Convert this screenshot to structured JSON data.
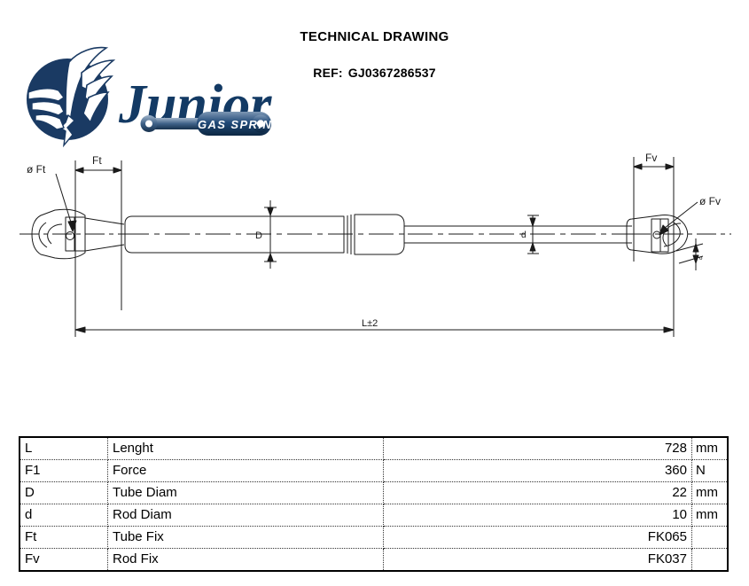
{
  "header": {
    "title": "TECHNICAL DRAWING",
    "ref_label": "REF:",
    "ref_value": "GJ0367286537"
  },
  "logo": {
    "brand": "Junior",
    "tagline": "GAS SPRING",
    "emblem_color": "#1a3a63",
    "brand_color": "#133a64"
  },
  "drawing": {
    "labels": {
      "tube_fix_dim": "Ft",
      "tube_fix_diam": "ø Ft",
      "rod_fix_dim": "Fv",
      "rod_fix_diam": "ø Fv",
      "tube_diam": "D",
      "rod_diam": "d",
      "length": "L±2",
      "angle": "º"
    },
    "line_color": "#000000"
  },
  "table": {
    "rows": [
      {
        "code": "L",
        "desc": "Lenght",
        "value": "728",
        "unit": "mm"
      },
      {
        "code": "F1",
        "desc": "Force",
        "value": "360",
        "unit": "N"
      },
      {
        "code": "D",
        "desc": "Tube Diam",
        "value": "22",
        "unit": "mm"
      },
      {
        "code": "d",
        "desc": "Rod Diam",
        "value": "10",
        "unit": "mm"
      },
      {
        "code": "Ft",
        "desc": "Tube Fix",
        "value": "FK065",
        "unit": ""
      },
      {
        "code": "Fv",
        "desc": "Rod Fix",
        "value": "FK037",
        "unit": ""
      }
    ]
  }
}
